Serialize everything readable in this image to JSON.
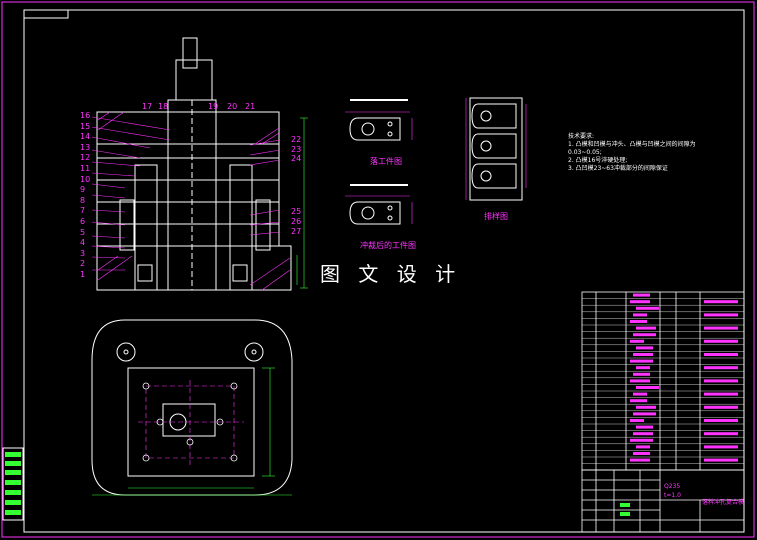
{
  "drawing": {
    "watermark": "图 文 设 计",
    "captions": {
      "part": "落工件图",
      "blank": "冲裁后的工件图",
      "layout": "排样图"
    },
    "part_labels_left": [
      "16",
      "15",
      "14",
      "13",
      "12",
      "11",
      "10",
      "9",
      "8",
      "7",
      "6",
      "5",
      "4",
      "3",
      "2",
      "1"
    ],
    "part_labels_top": [
      "17",
      "18",
      "19",
      "20",
      "21"
    ],
    "part_labels_right": [
      "22",
      "23",
      "24",
      "25",
      "26",
      "27"
    ],
    "tech_req": {
      "title": "技术要求:",
      "lines": [
        "1. 凸模和凹模与冲头、凸模与凹模之间的间隙为",
        "   0.03~0.05;",
        "2. 凸模16号淬硬处理;",
        "3. 凸凹模23~63冲裁部分的间隙保证"
      ]
    },
    "title_block": {
      "material": "Q235",
      "thickness": "t=1.0",
      "name": "落料冲孔复合模"
    }
  }
}
